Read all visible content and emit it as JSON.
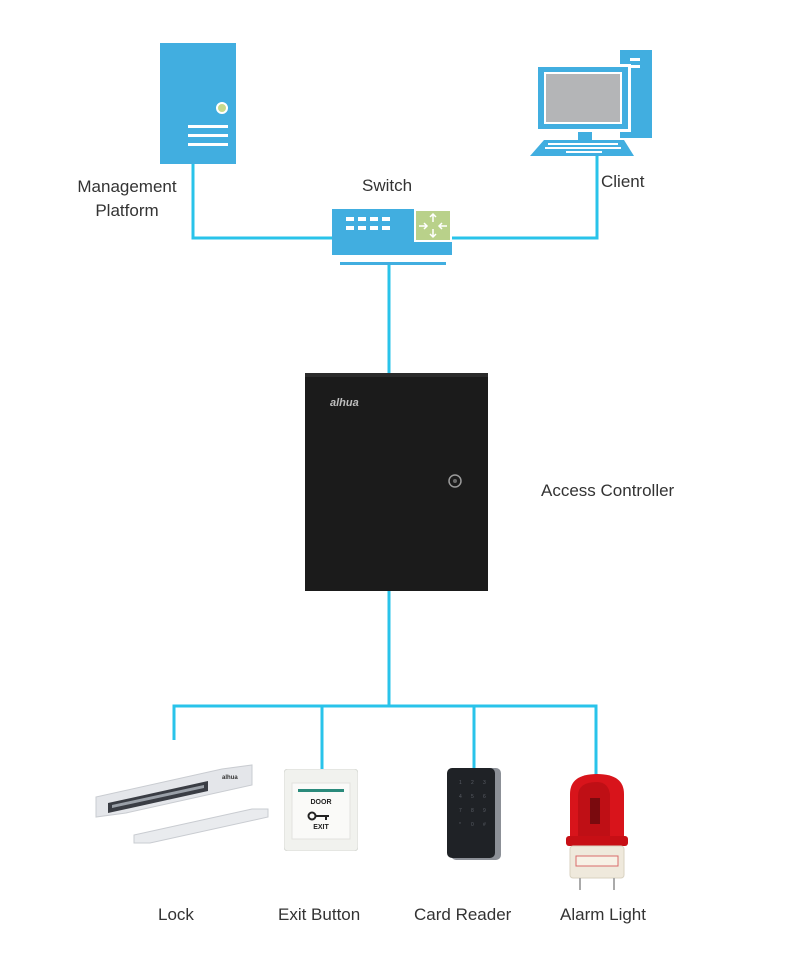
{
  "diagram": {
    "colors": {
      "wire": "#29c3ea",
      "device_blue": "#41aee0",
      "switch_accent": "#b9d18a",
      "led": "#c7da8c",
      "screen": "#b4b5b7",
      "controller": "#1b1b1b",
      "lock_silver": "#e4e6ea",
      "beacon_red": "#d8141b",
      "text": "#333333"
    },
    "nodes": {
      "management_platform": {
        "label_line1": "Management",
        "label_line2": "Platform",
        "icon": "server-icon"
      },
      "switch": {
        "label": "Switch",
        "icon": "network-switch-icon"
      },
      "client": {
        "label": "Client",
        "icon": "desktop-computer-icon"
      },
      "access_controller": {
        "label": "Access Controller",
        "brand": "alhua",
        "icon": "controller-cabinet-icon"
      },
      "lock": {
        "label": "Lock",
        "brand": "alhua",
        "icon": "magnetic-lock-icon"
      },
      "exit_button": {
        "label": "Exit Button",
        "text_top": "DOOR",
        "text_bottom": "EXIT",
        "icon": "exit-button-icon"
      },
      "card_reader": {
        "label": "Card Reader",
        "keys": [
          "1",
          "2",
          "3",
          "4",
          "5",
          "6",
          "7",
          "8",
          "9",
          "*",
          "0",
          "#"
        ],
        "icon": "card-reader-icon"
      },
      "alarm_light": {
        "label": "Alarm Light",
        "icon": "alarm-light-icon"
      }
    },
    "edges": [
      {
        "from": "management_platform",
        "to": "switch"
      },
      {
        "from": "client",
        "to": "switch"
      },
      {
        "from": "switch",
        "to": "access_controller"
      },
      {
        "from": "access_controller",
        "to": "lock"
      },
      {
        "from": "access_controller",
        "to": "exit_button"
      },
      {
        "from": "access_controller",
        "to": "card_reader"
      },
      {
        "from": "access_controller",
        "to": "alarm_light"
      }
    ]
  }
}
